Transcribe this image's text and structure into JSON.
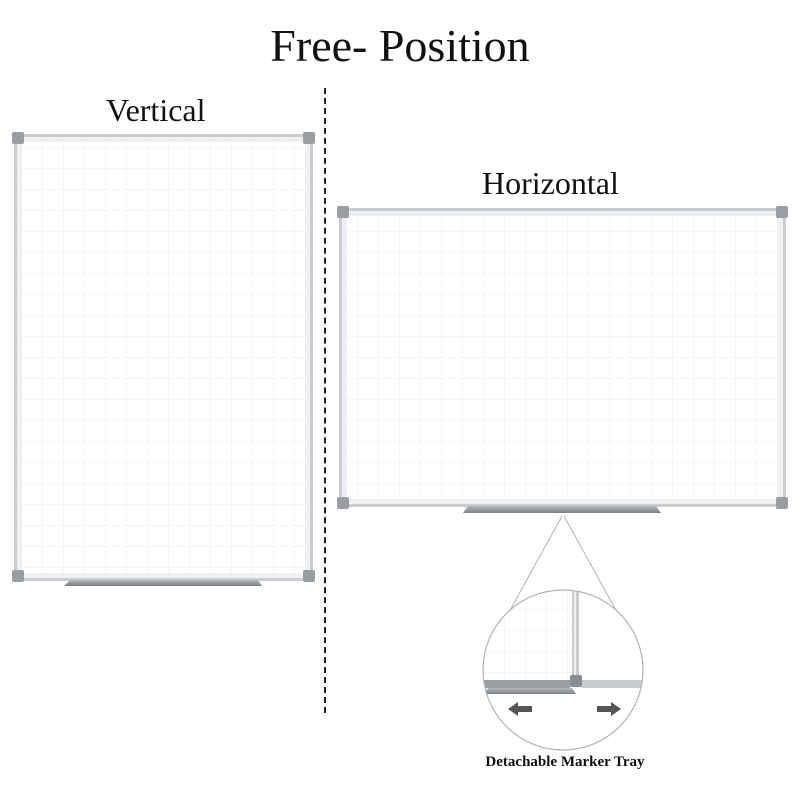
{
  "title": "Free- Position",
  "labels": {
    "vertical": "Vertical",
    "horizontal": "Horizontal"
  },
  "caption": "Detachable Marker Tray",
  "colors": {
    "frame": "#c9ccd0",
    "frame_highlight": "#eef0f2",
    "corner": "#9a9da1",
    "tray": "#8e9196",
    "grid": "#e7ecf0",
    "arrow": "#555555"
  },
  "icons": {
    "left_arrow": "arrow-left-icon",
    "right_arrow": "arrow-right-icon"
  }
}
